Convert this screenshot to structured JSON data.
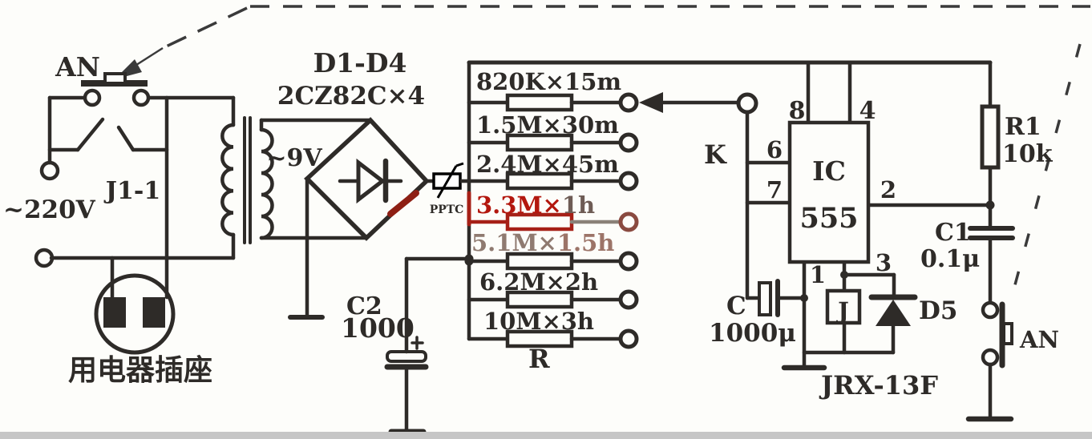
{
  "palette": {
    "ink": "#2e2b28",
    "red": "#a62017",
    "red_bright": "#b3170e",
    "dim": "#6e5c55",
    "faded": "#8f7a70",
    "faded_red": "#9c7468",
    "dash": "#3a3a3a",
    "strip": "#c6c6c6"
  },
  "ac_input": {
    "power_button_label": "AN",
    "mains_voltage": "~220V",
    "relay_contact_label": "J1-1",
    "socket_label": "用电器插座"
  },
  "rectifier": {
    "diode_group": "D1-D4",
    "diode_type": "2CZ82C×4",
    "secondary_voltage": "~9V",
    "protection_label": "PPTC"
  },
  "filter_cap": {
    "name": "C2",
    "value": "1000"
  },
  "timing_resistors": {
    "bank_label": "R",
    "selector_label": "K",
    "rows": [
      {
        "p1": "820K×15m",
        "p2": ""
      },
      {
        "p1": "1.5M×30m",
        "p2": ""
      },
      {
        "p1": "2.4M×45m",
        "p2": ""
      },
      {
        "p1": "3.3M×",
        "p2": "1h"
      },
      {
        "p1": "5.1M×",
        "p2": "1.5h"
      },
      {
        "p1": "6.2M×2h",
        "p2": ""
      },
      {
        "p1": "10M×3h",
        "p2": ""
      }
    ]
  },
  "timer_ic": {
    "name": "IC",
    "model": "555",
    "pin1": "1",
    "pin2": "2",
    "pin3": "3",
    "pin4": "4",
    "pin6": "6",
    "pin7": "7",
    "pin8": "8"
  },
  "timing_cap": {
    "name": "C",
    "value": "1000μ"
  },
  "output_stage": {
    "relay_coil": "J",
    "relay_model": "JRX-13F",
    "flyback_diode": "D5",
    "stop_button": "AN"
  },
  "divider": {
    "r1_name": "R1",
    "r1_value": "10k",
    "c1_name": "C1",
    "c1_value": "0.1μ"
  }
}
